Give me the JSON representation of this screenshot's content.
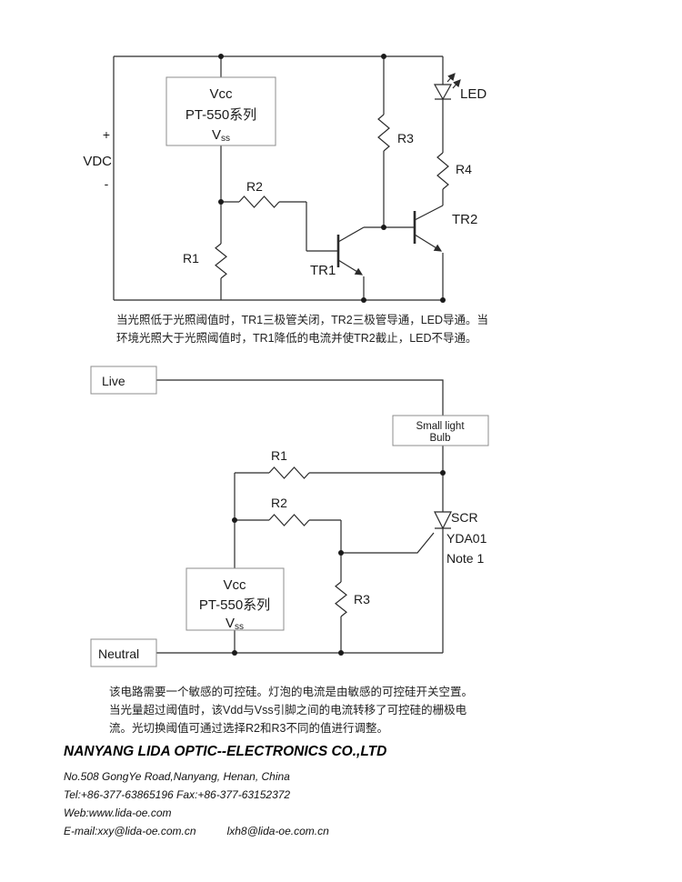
{
  "circuit1": {
    "plus": "+",
    "vdc": "VDC",
    "minus": "-",
    "box": {
      "vcc": "Vcc",
      "name": "PT-550系列",
      "vss_v": "V",
      "vss_sub": "ss"
    },
    "r1": "R1",
    "r2": "R2",
    "r3": "R3",
    "r4": "R4",
    "tr1": "TR1",
    "tr2": "TR2",
    "led": "LED"
  },
  "note1": {
    "line1": "当光照低于光照阈值时，TR1三极管关闭，TR2三极管导通，LED导通。当",
    "line2": "环境光照大于光照阈值时，TR1降低的电流并使TR2截止，LED不导通。"
  },
  "circuit2": {
    "live": "Live",
    "bulb_line1": "Small light",
    "bulb_line2": "Bulb",
    "r1": "R1",
    "r2": "R2",
    "r3": "R3",
    "scr": "SCR",
    "scr_part": "YDA01",
    "scr_note": "Note 1",
    "box": {
      "vcc": "Vcc",
      "name": "PT-550系列",
      "vss_v": "V",
      "vss_sub": "ss"
    },
    "neutral": "Neutral"
  },
  "note2": {
    "line1": "该电路需要一个敏感的可控硅。灯泡的电流是由敏感的可控硅开关空置。",
    "line2": "当光量超过阈值时，该Vdd与Vss引脚之间的电流转移了可控硅的栅极电",
    "line3": "流。光切换阈值可通过选择R2和R3不同的值进行调整。"
  },
  "footer": {
    "company": "NANYANG LIDA OPTIC--ELECTRONICS CO.,LTD",
    "address": "No.508 GongYe Road,Nanyang, Henan, China",
    "telfax": "Tel:+86-377-63865196 Fax:+86-377-63152372",
    "web": "Web:www.lida-oe.com",
    "email1": "E-mail:xxy@lida-oe.com.cn",
    "email2": "lxh8@lida-oe.com.cn"
  },
  "colors": {
    "wire": "#2b2b2b",
    "text": "#1a1a1a",
    "box_border": "#8c8c8c"
  }
}
